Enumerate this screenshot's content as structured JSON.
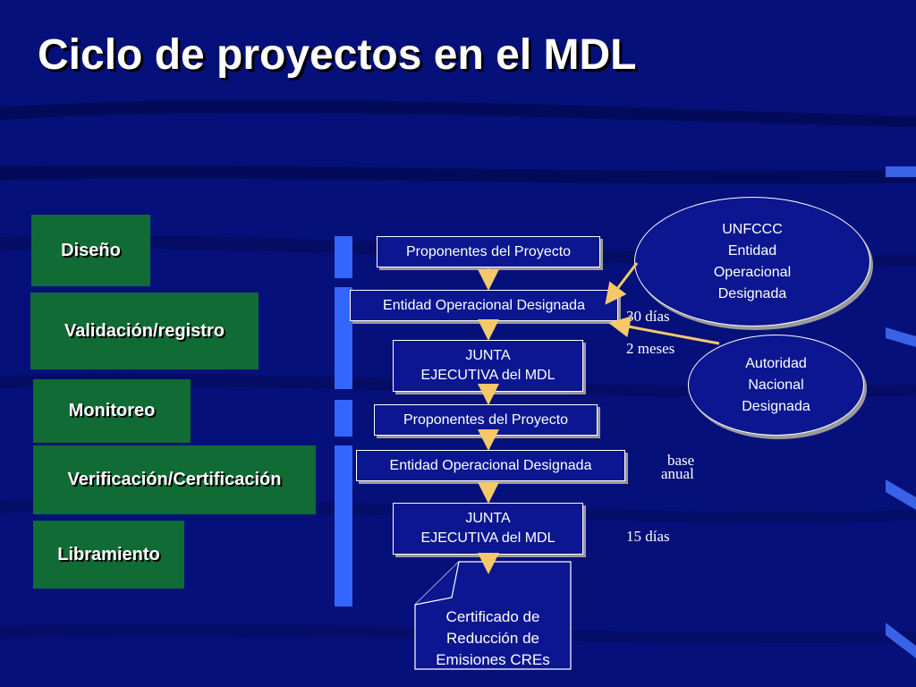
{
  "title": "Ciclo de proyectos en el MDL",
  "colors": {
    "background": "#06107a",
    "phase_fill": "#106b34",
    "box_fill": "#0b1690",
    "side_bar": "#3366ff",
    "arrow": "#f5c96a"
  },
  "phases": [
    {
      "label": "Diseño"
    },
    {
      "label": "Validación/registro"
    },
    {
      "label": "Monitoreo"
    },
    {
      "label": "Verificación/Certificación"
    },
    {
      "label": "Libramiento"
    }
  ],
  "flow": {
    "proponentes_1": "Proponentes del Proyecto",
    "entidad_1": "Entidad Operacional Designada",
    "junta_1_line1": "JUNTA",
    "junta_1_line2": "EJECUTIVA del MDL",
    "proponentes_2": "Proponentes del Proyecto",
    "entidad_2": "Entidad Operacional Designada",
    "junta_2_line1": "JUNTA",
    "junta_2_line2": "EJECUTIVA del MDL",
    "certificado_line1": "Certificado de",
    "certificado_line2": "Reducción de",
    "certificado_line3": "Emisiones CREs"
  },
  "unfccc": {
    "line1": "UNFCCC",
    "line2": "Entidad",
    "line3": "Operacional",
    "line4": "Designada"
  },
  "autoridad": {
    "line1": "Autoridad",
    "line2": "Nacional",
    "line3": "Designada"
  },
  "notes": {
    "treinta_dias": "30 días",
    "dos_meses": "2 meses",
    "base": "base",
    "anual": "anual",
    "quince_dias": "15 días"
  }
}
